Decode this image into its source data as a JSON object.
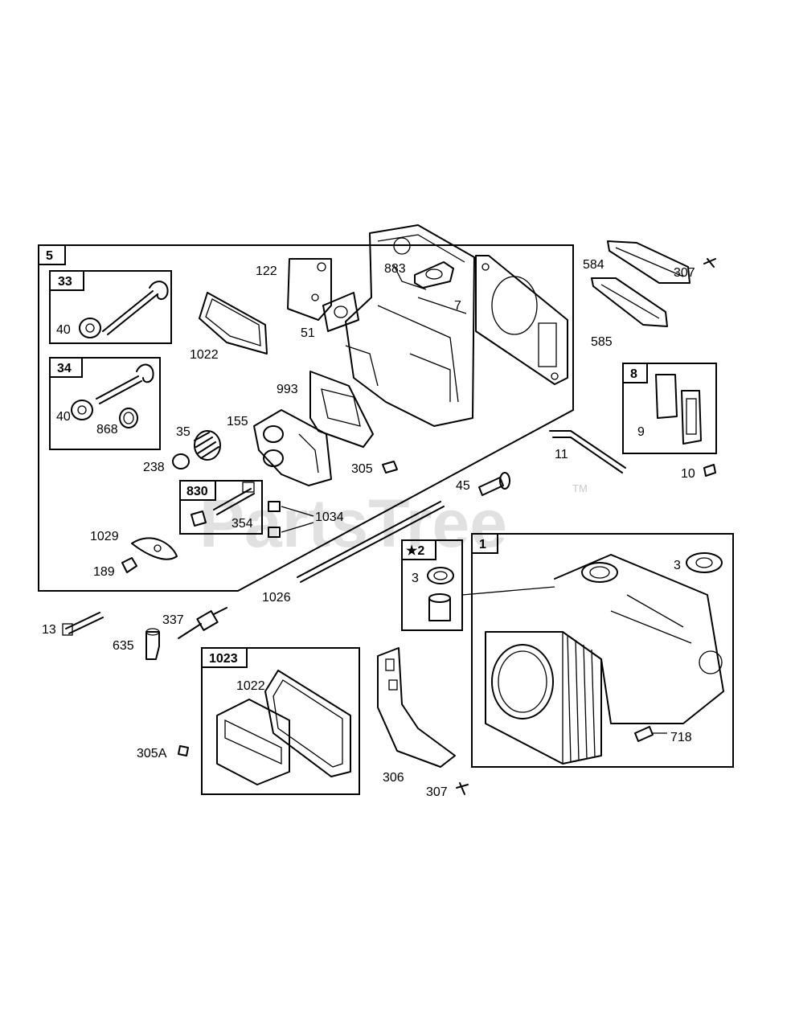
{
  "watermark": {
    "text": "PartsTree",
    "trademark": "TM"
  },
  "assemblies": [
    {
      "id": "5"
    },
    {
      "id": "33"
    },
    {
      "id": "34"
    },
    {
      "id": "830"
    },
    {
      "id": "8"
    },
    {
      "id": "★2"
    },
    {
      "id": "1"
    },
    {
      "id": "1023"
    }
  ],
  "callouts": [
    "122",
    "883",
    "7",
    "584",
    "307",
    "1022",
    "51",
    "585",
    "40",
    "993",
    "868",
    "155",
    "35",
    "9",
    "238",
    "305",
    "11",
    "10",
    "45",
    "830",
    "1034",
    "354",
    "1029",
    "3",
    "189",
    "1026",
    "13",
    "337",
    "635",
    "1022",
    "3",
    "718",
    "305A",
    "306",
    "307"
  ]
}
